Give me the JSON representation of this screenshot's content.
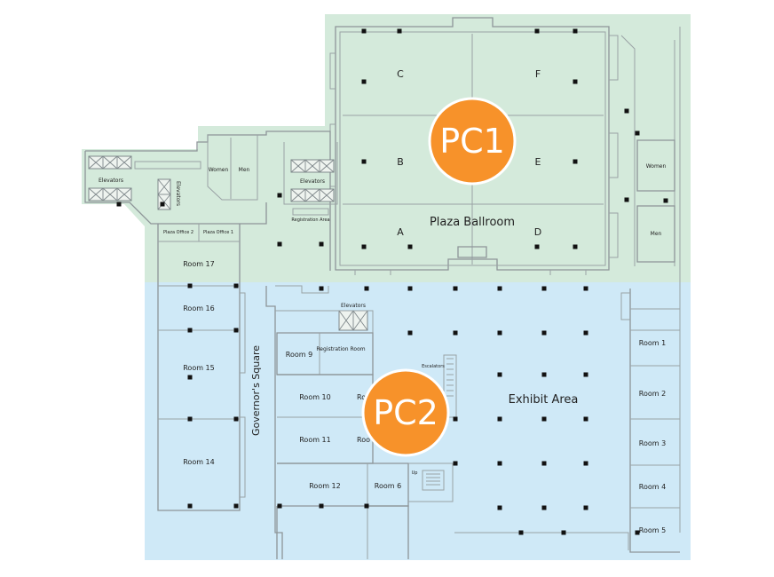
{
  "colors": {
    "upper_zone": "#d4eadb",
    "lower_zone": "#cfe9f7",
    "marker": "#f7922a",
    "marker_border": "#ffffff",
    "walls": "#8d9598",
    "columns": "#111111"
  },
  "markers": {
    "pc1": "PC1",
    "pc2": "PC2"
  },
  "ballroom": {
    "name": "Plaza Ballroom",
    "sections": [
      "C",
      "F",
      "B",
      "E",
      "A",
      "D"
    ]
  },
  "labels": {
    "elevators_left": "Elevators",
    "elevators_vertical": "Elevators",
    "women_left": "Women",
    "men_left": "Men",
    "elevators_mid": "Elevators",
    "registration_area": "Registration Area",
    "plaza_office_2": "Plaza Office 2",
    "plaza_office_1": "Plaza Office 1",
    "women_right": "Women",
    "men_right": "Men",
    "elevators_lower": "Elevators",
    "registration_room": "Registration Room",
    "escalators": "Escalators",
    "up": "Up",
    "governors_square": "Governor's Square",
    "exhibit_area": "Exhibit Area"
  },
  "rooms": {
    "room17": "Room 17",
    "room16": "Room 16",
    "room15": "Room 15",
    "room14": "Room 14",
    "room9": "Room 9",
    "room10": "Room 10",
    "room11": "Room 11",
    "room12": "Room 12",
    "room6": "Room 6",
    "room7_partial": "Ro",
    "room8_partial": "Roo",
    "room1": "Room 1",
    "room2": "Room 2",
    "room3": "Room 3",
    "room4": "Room 4",
    "room5": "Room 5"
  }
}
